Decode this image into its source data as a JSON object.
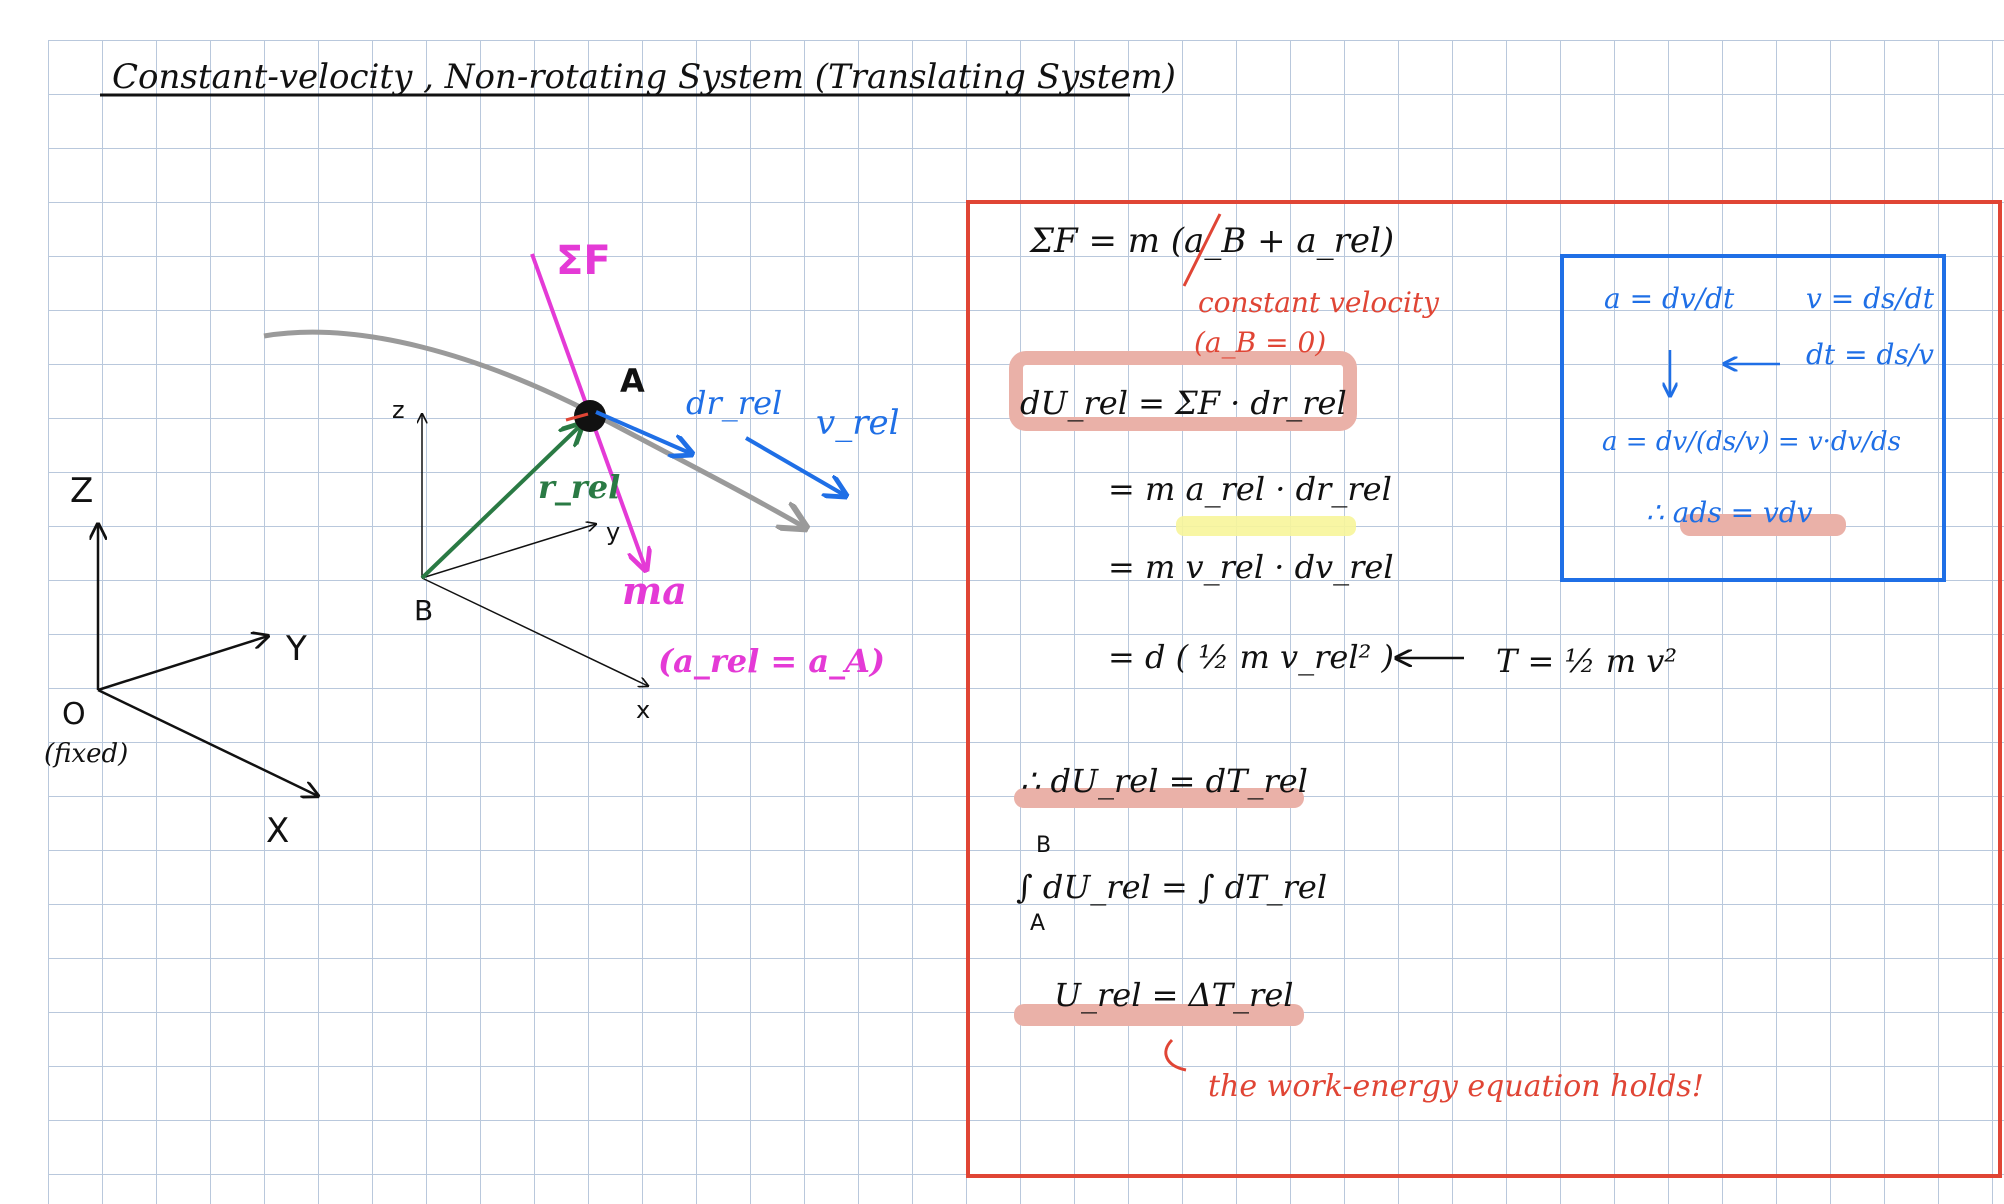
{
  "title": "Constant-velocity , Non-rotating System (Translating System)",
  "colors": {
    "grid": "#b9c8dc",
    "red": "#e04535",
    "blue": "#1f6fe6",
    "magenta": "#e43ad6",
    "green": "#2a7a44",
    "highlight_red": "#eab1a8",
    "highlight_yellow": "#f7f59a",
    "gray": "#9a9a9a"
  },
  "diagram": {
    "fixed_axes": {
      "z": "Z",
      "y": "Y",
      "x": "X",
      "origin": "O",
      "origin_note": "(fixed)"
    },
    "moving_axes": {
      "z": "z",
      "y": "y",
      "x": "x",
      "origin": "B"
    },
    "particle": "A",
    "force": "ΣF",
    "ma": "ma",
    "r_rel": "r_rel",
    "dr_rel": "dr_rel",
    "v_rel": "v_rel",
    "accel_note": "(a_rel = a_A)"
  },
  "derivation": {
    "line1": "ΣF = m (a_B + a_rel)",
    "constant_velocity_note": "constant velocity",
    "aB_zero_note": "(a_B = 0)",
    "line2": "dU_rel = ΣF · dr_rel",
    "line3": "= m a_rel · dr_rel",
    "line4": "= m v_rel · dv_rel",
    "line5": "= d ( ½ m v_rel² )",
    "kinetic_energy": "T = ½ m v²",
    "line6": "∴ dU_rel = dT_rel",
    "integral_upper": "B",
    "integral_lower": "A",
    "line7": "∫ dU_rel = ∫ dT_rel",
    "line8": "U_rel = ΔT_rel",
    "conclusion": "the work-energy equation holds!"
  },
  "kinematics_box": {
    "a_def": "a = dv/dt",
    "v_def": "v = ds/dt",
    "dt_def": "dt = ds/v",
    "a_sub": "a = dv/(ds/v) = v·dv/ds",
    "result": "∴ ads = vdv"
  }
}
